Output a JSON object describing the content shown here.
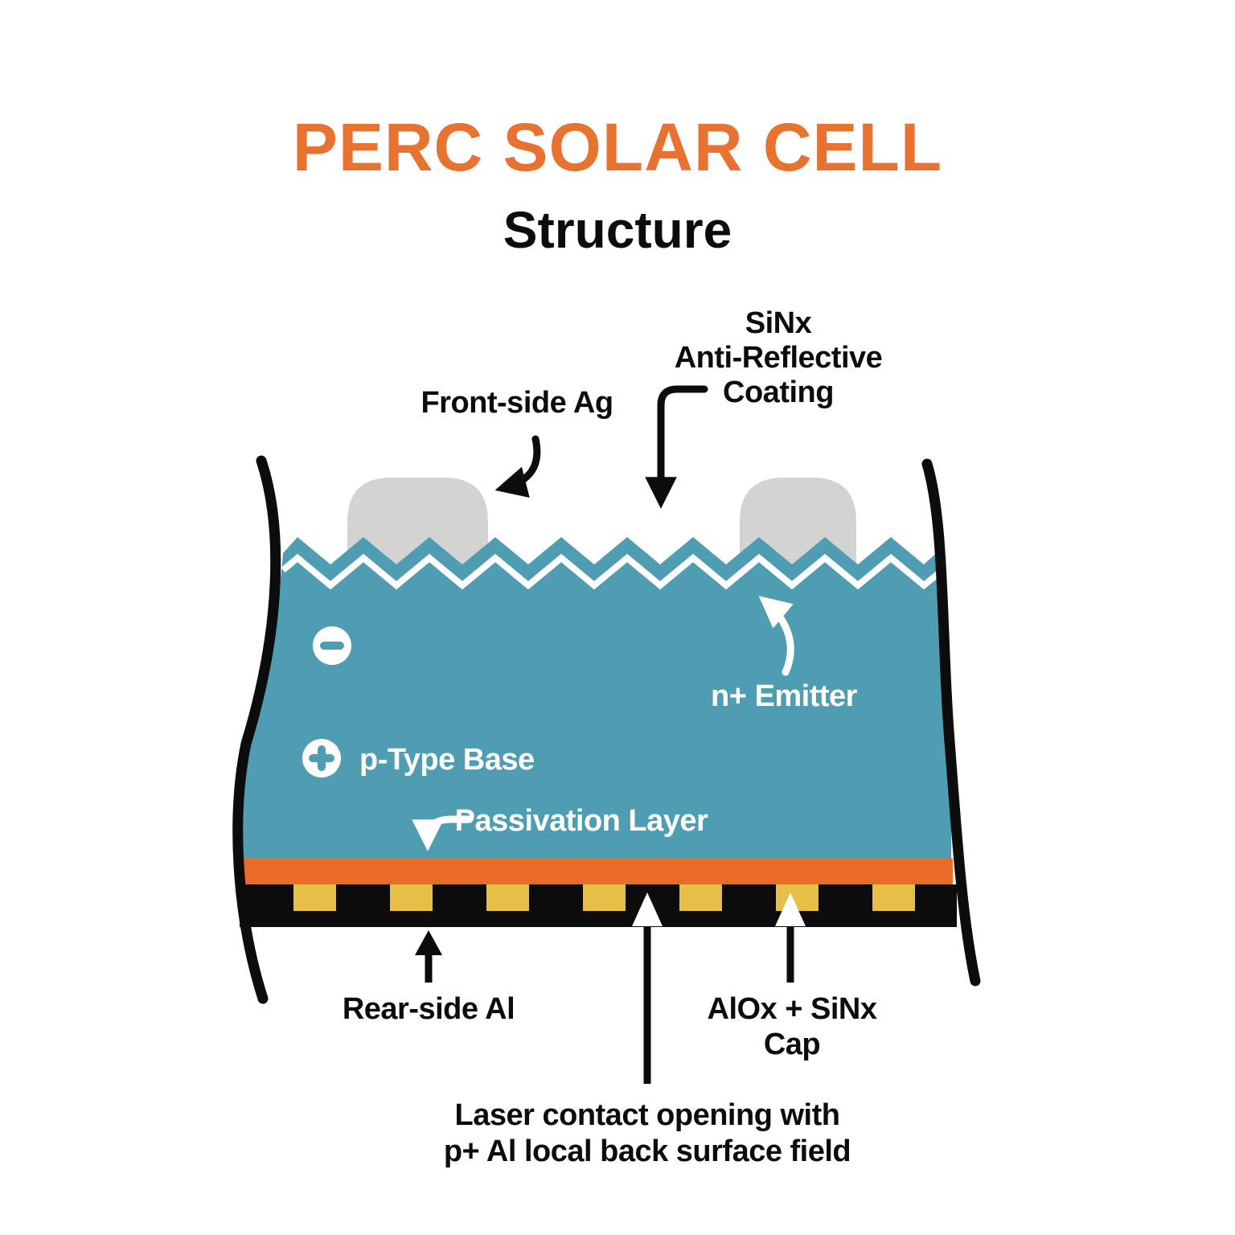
{
  "title": {
    "text": "PERC SOLAR CELL",
    "subtitle": "Structure"
  },
  "colors": {
    "title_orange": "#E8722F",
    "silicon_teal": "#4E9DB2",
    "passivation_orange": "#EA6B28",
    "contact_gold": "#E7BF47",
    "silver_gray": "#D3D3D2",
    "line_black": "#0C0C0C",
    "white": "#FFFFFF"
  },
  "labels": {
    "sinx_line1": "SiNx",
    "sinx_line2": "Anti-Reflective",
    "sinx_line3": "Coating",
    "front_ag": "Front-side Ag",
    "n_emitter": "n+ Emitter",
    "p_base": "p-Type Base",
    "passivation": "Passivation Layer",
    "rear_al": "Rear-side Al",
    "alox_line1": "AlOx + SiNx",
    "alox_line2": "Cap",
    "laser_line1": "Laser contact opening with",
    "laser_line2": "p+ Al local back surface field"
  },
  "icons": {
    "negative_charge": "minus-icon",
    "positive_charge": "plus-icon"
  }
}
